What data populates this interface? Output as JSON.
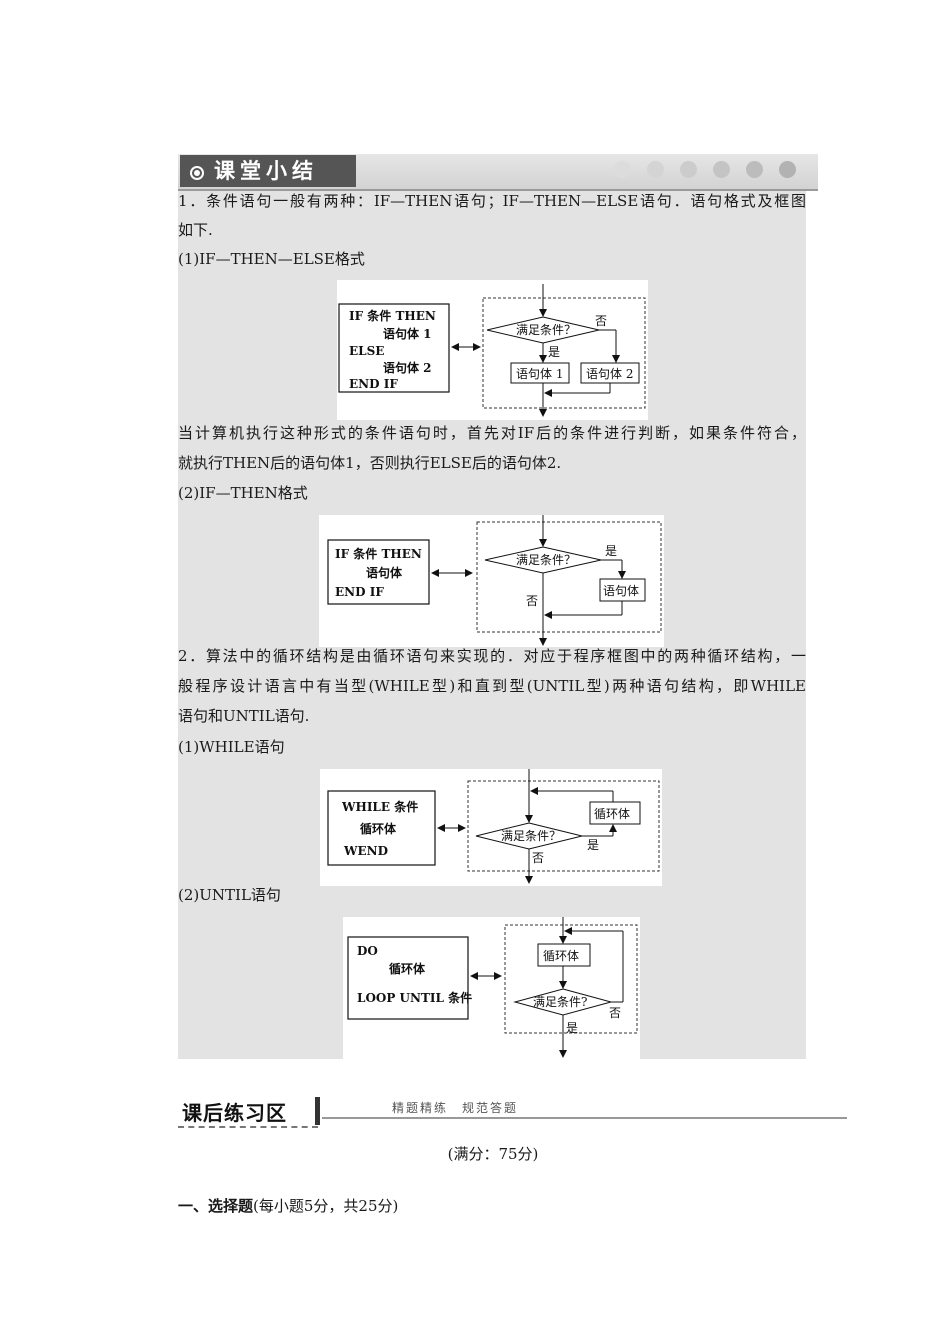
{
  "summary": {
    "title": "课堂小结",
    "p1_line1": "1．条件语句一般有两种：IF—THEN语句；IF—THEN—ELSE语句．语句格式及框图",
    "p1_line2": "如下.",
    "sub1": "(1)IF—THEN—ELSE格式",
    "fig1": {
      "code": [
        "IF  条件  THEN",
        "语句体 1",
        "ELSE",
        "语句体 2",
        "END IF"
      ],
      "diamond": "满足条件？",
      "no": "否",
      "yes": "是",
      "box1": "语句体 1",
      "box2": "语句体 2"
    },
    "p2_line1": "当计算机执行这种形式的条件语句时，首先对IF后的条件进行判断，如果条件符合，",
    "p2_line2": "就执行THEN后的语句体1，否则执行ELSE后的语句体2.",
    "sub2": "(2)IF—THEN格式",
    "fig2": {
      "code": [
        "IF  条件  THEN",
        "语句体",
        "END  IF"
      ],
      "diamond": "满足条件？",
      "yes": "是",
      "no": "否",
      "box": "语句体"
    },
    "p3_line1": "2．算法中的循环结构是由循环语句来实现的．对应于程序框图中的两种循环结构，一",
    "p3_line2": "般程序设计语言中有当型(WHILE型)和直到型(UNTIL型)两种语句结构，即WHILE",
    "p3_line3": "语句和UNTIL语句.",
    "sub3": "(1)WHILE语句",
    "fig3": {
      "code": [
        "WHILE  条件",
        "循环体",
        "WEND"
      ],
      "box": "循环体",
      "diamond": "满足条件？",
      "yes": "是",
      "no": "否"
    },
    "sub4": "(2)UNTIL语句",
    "fig4": {
      "code": [
        "DO",
        "循环体",
        "LOOP UNTIL 条件"
      ],
      "box": "循环体",
      "diamond": "满足条件?",
      "no": "否",
      "yes": "是"
    }
  },
  "practice": {
    "title": "课后练习区",
    "subtitle": "精题精练　规范答题",
    "score": "(满分：75分)",
    "section1_bold": "一、选择题",
    "section1_rest": "(每小题5分，共25分)"
  }
}
